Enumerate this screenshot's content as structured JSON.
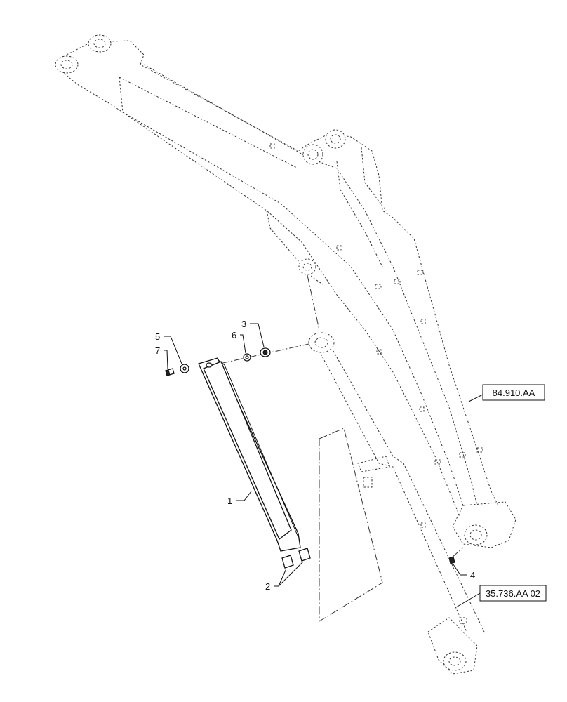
{
  "callouts": {
    "c1": "1",
    "c2": "2",
    "c3": "3",
    "c4": "4",
    "c5": "5",
    "c6": "6",
    "c7": "7"
  },
  "references": {
    "boom": "84.910.AA",
    "cylinder": "35.736.AA 02"
  }
}
